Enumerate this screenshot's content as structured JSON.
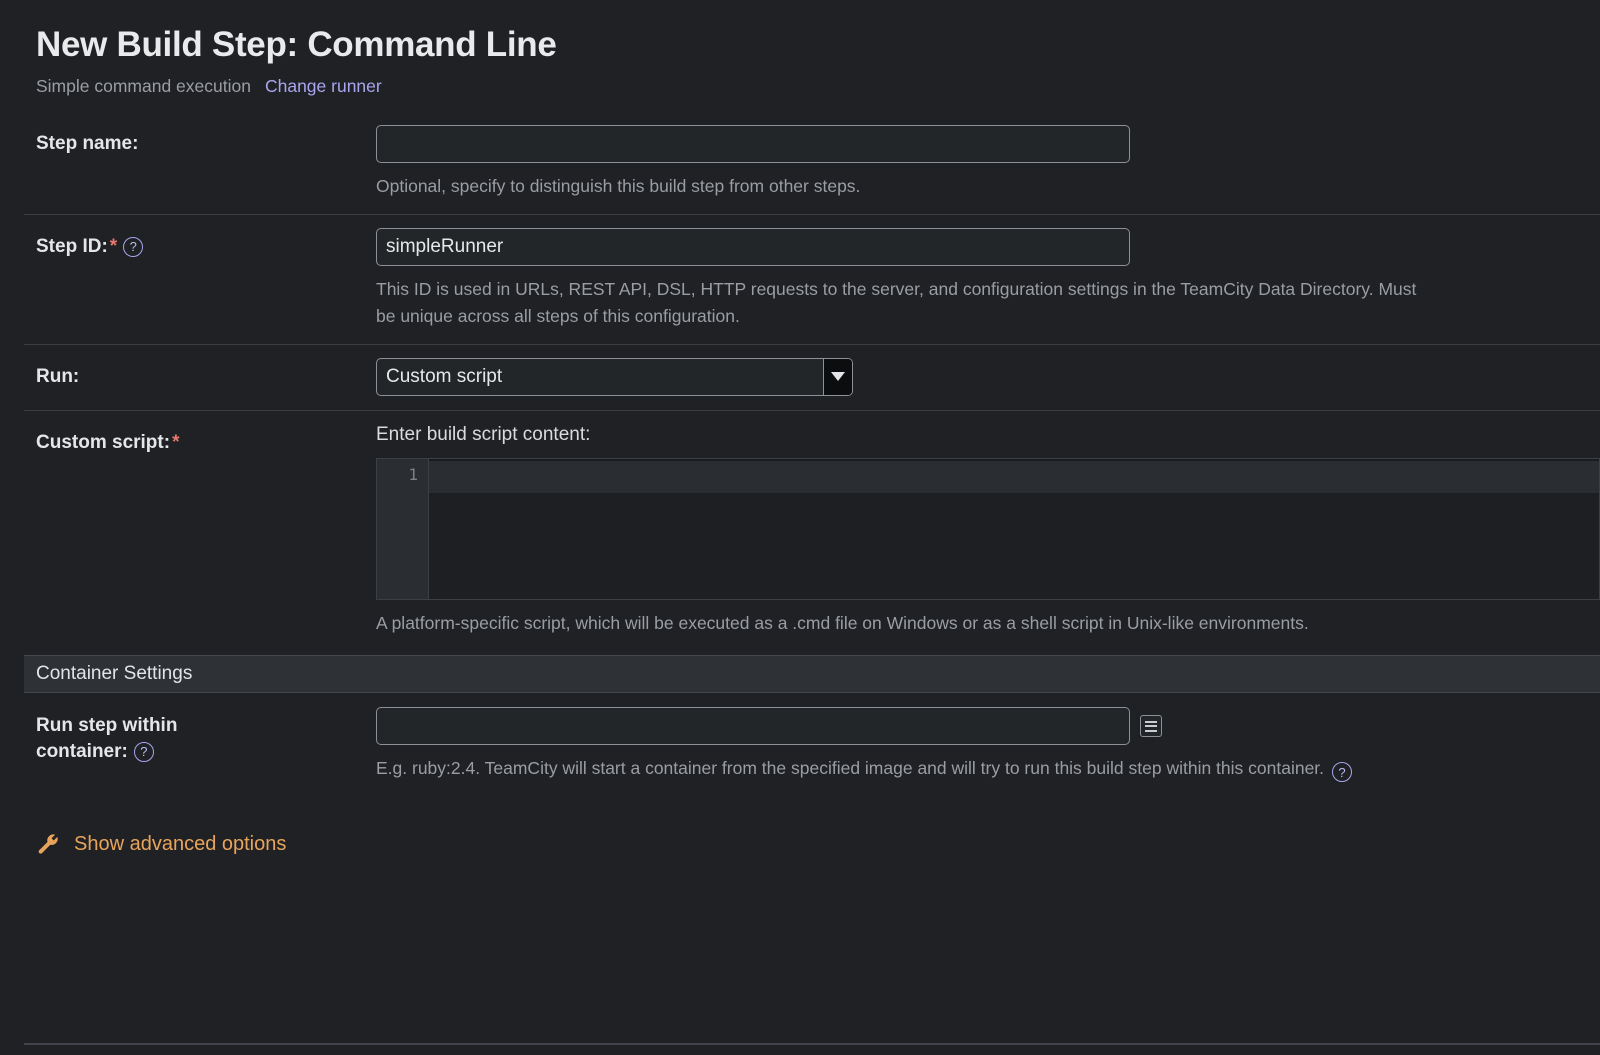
{
  "header": {
    "title": "New Build Step: Command Line",
    "subtitle": "Simple command execution",
    "change_runner_label": "Change runner"
  },
  "colors": {
    "background": "#1f2124",
    "accent_link": "#a9a5ef",
    "accent_advanced": "#e8a45c",
    "required_star": "#e8786f",
    "section_header_bg": "#2e3136",
    "input_border": "#8d9096"
  },
  "fields": {
    "step_name": {
      "label": "Step name:",
      "value": "",
      "placeholder": "",
      "hint": "Optional, specify to distinguish this build step from other steps."
    },
    "step_id": {
      "label": "Step ID:",
      "required_marker": "*",
      "help_glyph": "?",
      "value": "simpleRunner",
      "hint": "This ID is used in URLs, REST API, DSL, HTTP requests to the server, and configuration settings in the TeamCity Data Directory. Must be unique across all steps of this configuration."
    },
    "run": {
      "label": "Run:",
      "selected": "Custom script",
      "options": [
        "Custom script"
      ]
    },
    "custom_script": {
      "label": "Custom script:",
      "required_marker": "*",
      "editor_label": "Enter build script content:",
      "line_number": "1",
      "content": "",
      "hint": "A platform-specific script, which will be executed as a .cmd file on Windows or as a shell script in Unix-like environments."
    }
  },
  "container_section": {
    "title": "Container Settings",
    "run_within": {
      "label_line1": "Run step within",
      "label_line2": "container:",
      "help_glyph": "?",
      "value": "",
      "placeholder": "",
      "picker_icon": "list-picker-icon",
      "hint": "E.g. ruby:2.4. TeamCity will start a container from the specified image and will try to run this build step within this container.",
      "hint_help_glyph": "?"
    }
  },
  "advanced": {
    "icon": "wrench-icon",
    "label": "Show advanced options"
  }
}
